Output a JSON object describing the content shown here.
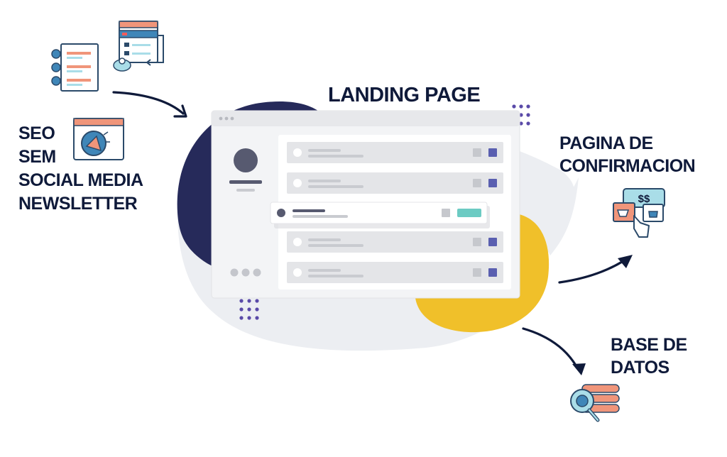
{
  "labels": {
    "landing_page": "LANDING PAGE",
    "channels": [
      "SEO",
      "SEM",
      "SOCIAL MEDIA",
      "NEWSLETTER"
    ],
    "confirmation": [
      "PAGINA DE",
      "CONFIRMACION"
    ],
    "database": [
      "BASE DE",
      "DATOS"
    ],
    "price_badge": "$$"
  },
  "colors": {
    "navy_blob": "#262a5a",
    "yellow_blob": "#f0c02a",
    "gray_blob": "#eceef2",
    "window_frame": "#e7e8eb",
    "window_body": "#f3f4f6",
    "row_bg": "#e4e5e8",
    "accent_purple": "#5a5fb0",
    "accent_teal": "#6ccbc3",
    "arrow": "#0f1a3a",
    "icon_blue": "#3f86b8",
    "icon_orange": "#f0957a",
    "icon_cyan": "#a9dde8"
  },
  "icons": [
    "form-document-icon",
    "checklist-document-icon",
    "megaphone-icon",
    "shopping-price-icon",
    "database-search-icon"
  ]
}
